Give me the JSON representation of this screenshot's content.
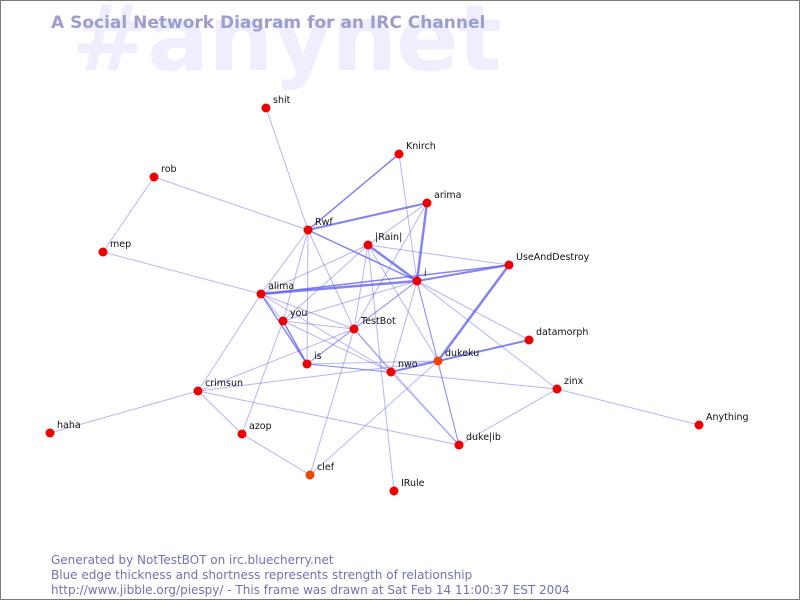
{
  "watermark": "#anynet",
  "title": "A Social Network Diagram for an IRC Channel",
  "footer": {
    "line1": "Generated by NotTestBOT on irc.bluecherry.net",
    "line2": "Blue edge thickness and shortness represents strength of relationship",
    "line3": "http://www.jibble.org/piespy/ - This frame was drawn at Sat Feb 14 11:00:37 EST 2004"
  },
  "colors": {
    "node_red": "#ee0000",
    "node_orange": "#ee4400",
    "edge": "#5a5aee",
    "title": "#9d9dce",
    "footer": "#7272b4"
  },
  "nodes": [
    {
      "id": "shit",
      "label": "shit",
      "color": "node_red"
    },
    {
      "id": "Knirch",
      "label": "Knirch",
      "color": "node_red"
    },
    {
      "id": "rob",
      "label": "rob",
      "color": "node_red"
    },
    {
      "id": "arima",
      "label": "arima",
      "color": "node_red"
    },
    {
      "id": "Rwf",
      "label": "Rwf",
      "color": "node_red"
    },
    {
      "id": "Rain",
      "label": "|Rain|",
      "color": "node_red"
    },
    {
      "id": "mep",
      "label": "mep",
      "color": "node_red"
    },
    {
      "id": "UseAndDestroy",
      "label": "UseAndDestroy",
      "color": "node_red"
    },
    {
      "id": "i",
      "label": "i",
      "color": "node_red"
    },
    {
      "id": "alima",
      "label": "alima",
      "color": "node_red"
    },
    {
      "id": "you",
      "label": "you",
      "color": "node_red"
    },
    {
      "id": "TestBot",
      "label": "TestBot",
      "color": "node_red"
    },
    {
      "id": "datamorph",
      "label": "datamorph",
      "color": "node_red"
    },
    {
      "id": "is",
      "label": "is",
      "color": "node_red"
    },
    {
      "id": "dukeku",
      "label": "dukeku",
      "color": "node_orange"
    },
    {
      "id": "nwo",
      "label": "nwo",
      "color": "node_red"
    },
    {
      "id": "zinx",
      "label": "zinx",
      "color": "node_red"
    },
    {
      "id": "crimsun",
      "label": "crimsun",
      "color": "node_red"
    },
    {
      "id": "Anything",
      "label": "Anything",
      "color": "node_red"
    },
    {
      "id": "haha",
      "label": "haha",
      "color": "node_red"
    },
    {
      "id": "azop",
      "label": "azop",
      "color": "node_red"
    },
    {
      "id": "dukelib",
      "label": "duke|ib",
      "color": "node_red"
    },
    {
      "id": "clef",
      "label": "clef",
      "color": "node_orange"
    },
    {
      "id": "IRule",
      "label": "IRule",
      "color": "node_red"
    }
  ],
  "edges": [
    {
      "source": "shit",
      "target": "Rwf",
      "weight": 1
    },
    {
      "source": "rob",
      "target": "mep",
      "weight": 1
    },
    {
      "source": "rob",
      "target": "Rwf",
      "weight": 1
    },
    {
      "source": "Knirch",
      "target": "Rwf",
      "weight": 1.5
    },
    {
      "source": "Knirch",
      "target": "i",
      "weight": 1
    },
    {
      "source": "Rwf",
      "target": "arima",
      "weight": 2
    },
    {
      "source": "Rwf",
      "target": "i",
      "weight": 1.5
    },
    {
      "source": "Rwf",
      "target": "TestBot",
      "weight": 1
    },
    {
      "source": "Rwf",
      "target": "is",
      "weight": 1
    },
    {
      "source": "Rwf",
      "target": "you",
      "weight": 1
    },
    {
      "source": "Rwf",
      "target": "alima",
      "weight": 1
    },
    {
      "source": "arima",
      "target": "i",
      "weight": 2.5
    },
    {
      "source": "arima",
      "target": "Rain",
      "weight": 1
    },
    {
      "source": "arima",
      "target": "TestBot",
      "weight": 1
    },
    {
      "source": "Rain",
      "target": "i",
      "weight": 2.5
    },
    {
      "source": "Rain",
      "target": "alima",
      "weight": 1
    },
    {
      "source": "Rain",
      "target": "you",
      "weight": 1
    },
    {
      "source": "Rain",
      "target": "TestBot",
      "weight": 1
    },
    {
      "source": "Rain",
      "target": "IRule",
      "weight": 1
    },
    {
      "source": "Rain",
      "target": "UseAndDestroy",
      "weight": 1
    },
    {
      "source": "Rain",
      "target": "dukeku",
      "weight": 1
    },
    {
      "source": "i",
      "target": "UseAndDestroy",
      "weight": 2
    },
    {
      "source": "i",
      "target": "alima",
      "weight": 2.5
    },
    {
      "source": "i",
      "target": "TestBot",
      "weight": 1
    },
    {
      "source": "i",
      "target": "you",
      "weight": 1
    },
    {
      "source": "i",
      "target": "is",
      "weight": 1
    },
    {
      "source": "i",
      "target": "dukeku",
      "weight": 1
    },
    {
      "source": "i",
      "target": "nwo",
      "weight": 1
    },
    {
      "source": "i",
      "target": "datamorph",
      "weight": 1
    },
    {
      "source": "i",
      "target": "zinx",
      "weight": 1
    },
    {
      "source": "i",
      "target": "dukelib",
      "weight": 1
    },
    {
      "source": "mep",
      "target": "alima",
      "weight": 1
    },
    {
      "source": "UseAndDestroy",
      "target": "dukeku",
      "weight": 2.5
    },
    {
      "source": "UseAndDestroy",
      "target": "alima",
      "weight": 1.5
    },
    {
      "source": "alima",
      "target": "you",
      "weight": 1
    },
    {
      "source": "alima",
      "target": "is",
      "weight": 1.5
    },
    {
      "source": "alima",
      "target": "TestBot",
      "weight": 1
    },
    {
      "source": "alima",
      "target": "nwo",
      "weight": 1
    },
    {
      "source": "alima",
      "target": "crimsun",
      "weight": 1
    },
    {
      "source": "you",
      "target": "TestBot",
      "weight": 1
    },
    {
      "source": "you",
      "target": "is",
      "weight": 1.5
    },
    {
      "source": "you",
      "target": "nwo",
      "weight": 1
    },
    {
      "source": "you",
      "target": "azop",
      "weight": 1
    },
    {
      "source": "TestBot",
      "target": "is",
      "weight": 1
    },
    {
      "source": "TestBot",
      "target": "nwo",
      "weight": 1
    },
    {
      "source": "TestBot",
      "target": "clef",
      "weight": 1
    },
    {
      "source": "TestBot",
      "target": "dukelib",
      "weight": 1
    },
    {
      "source": "TestBot",
      "target": "crimsun",
      "weight": 1
    },
    {
      "source": "is",
      "target": "dukeku",
      "weight": 1
    },
    {
      "source": "is",
      "target": "zinx",
      "weight": 1
    },
    {
      "source": "is",
      "target": "nwo",
      "weight": 1
    },
    {
      "source": "nwo",
      "target": "dukeku",
      "weight": 2
    },
    {
      "source": "nwo",
      "target": "dukelib",
      "weight": 1
    },
    {
      "source": "dukeku",
      "target": "datamorph",
      "weight": 2
    },
    {
      "source": "dukeku",
      "target": "dukelib",
      "weight": 1
    },
    {
      "source": "dukeku",
      "target": "crimsun",
      "weight": 1
    },
    {
      "source": "dukeku",
      "target": "clef",
      "weight": 1
    },
    {
      "source": "zinx",
      "target": "Anything",
      "weight": 1
    },
    {
      "source": "zinx",
      "target": "dukelib",
      "weight": 1
    },
    {
      "source": "crimsun",
      "target": "haha",
      "weight": 1
    },
    {
      "source": "crimsun",
      "target": "azop",
      "weight": 1
    },
    {
      "source": "crimsun",
      "target": "dukelib",
      "weight": 1
    },
    {
      "source": "azop",
      "target": "clef",
      "weight": 1
    }
  ]
}
